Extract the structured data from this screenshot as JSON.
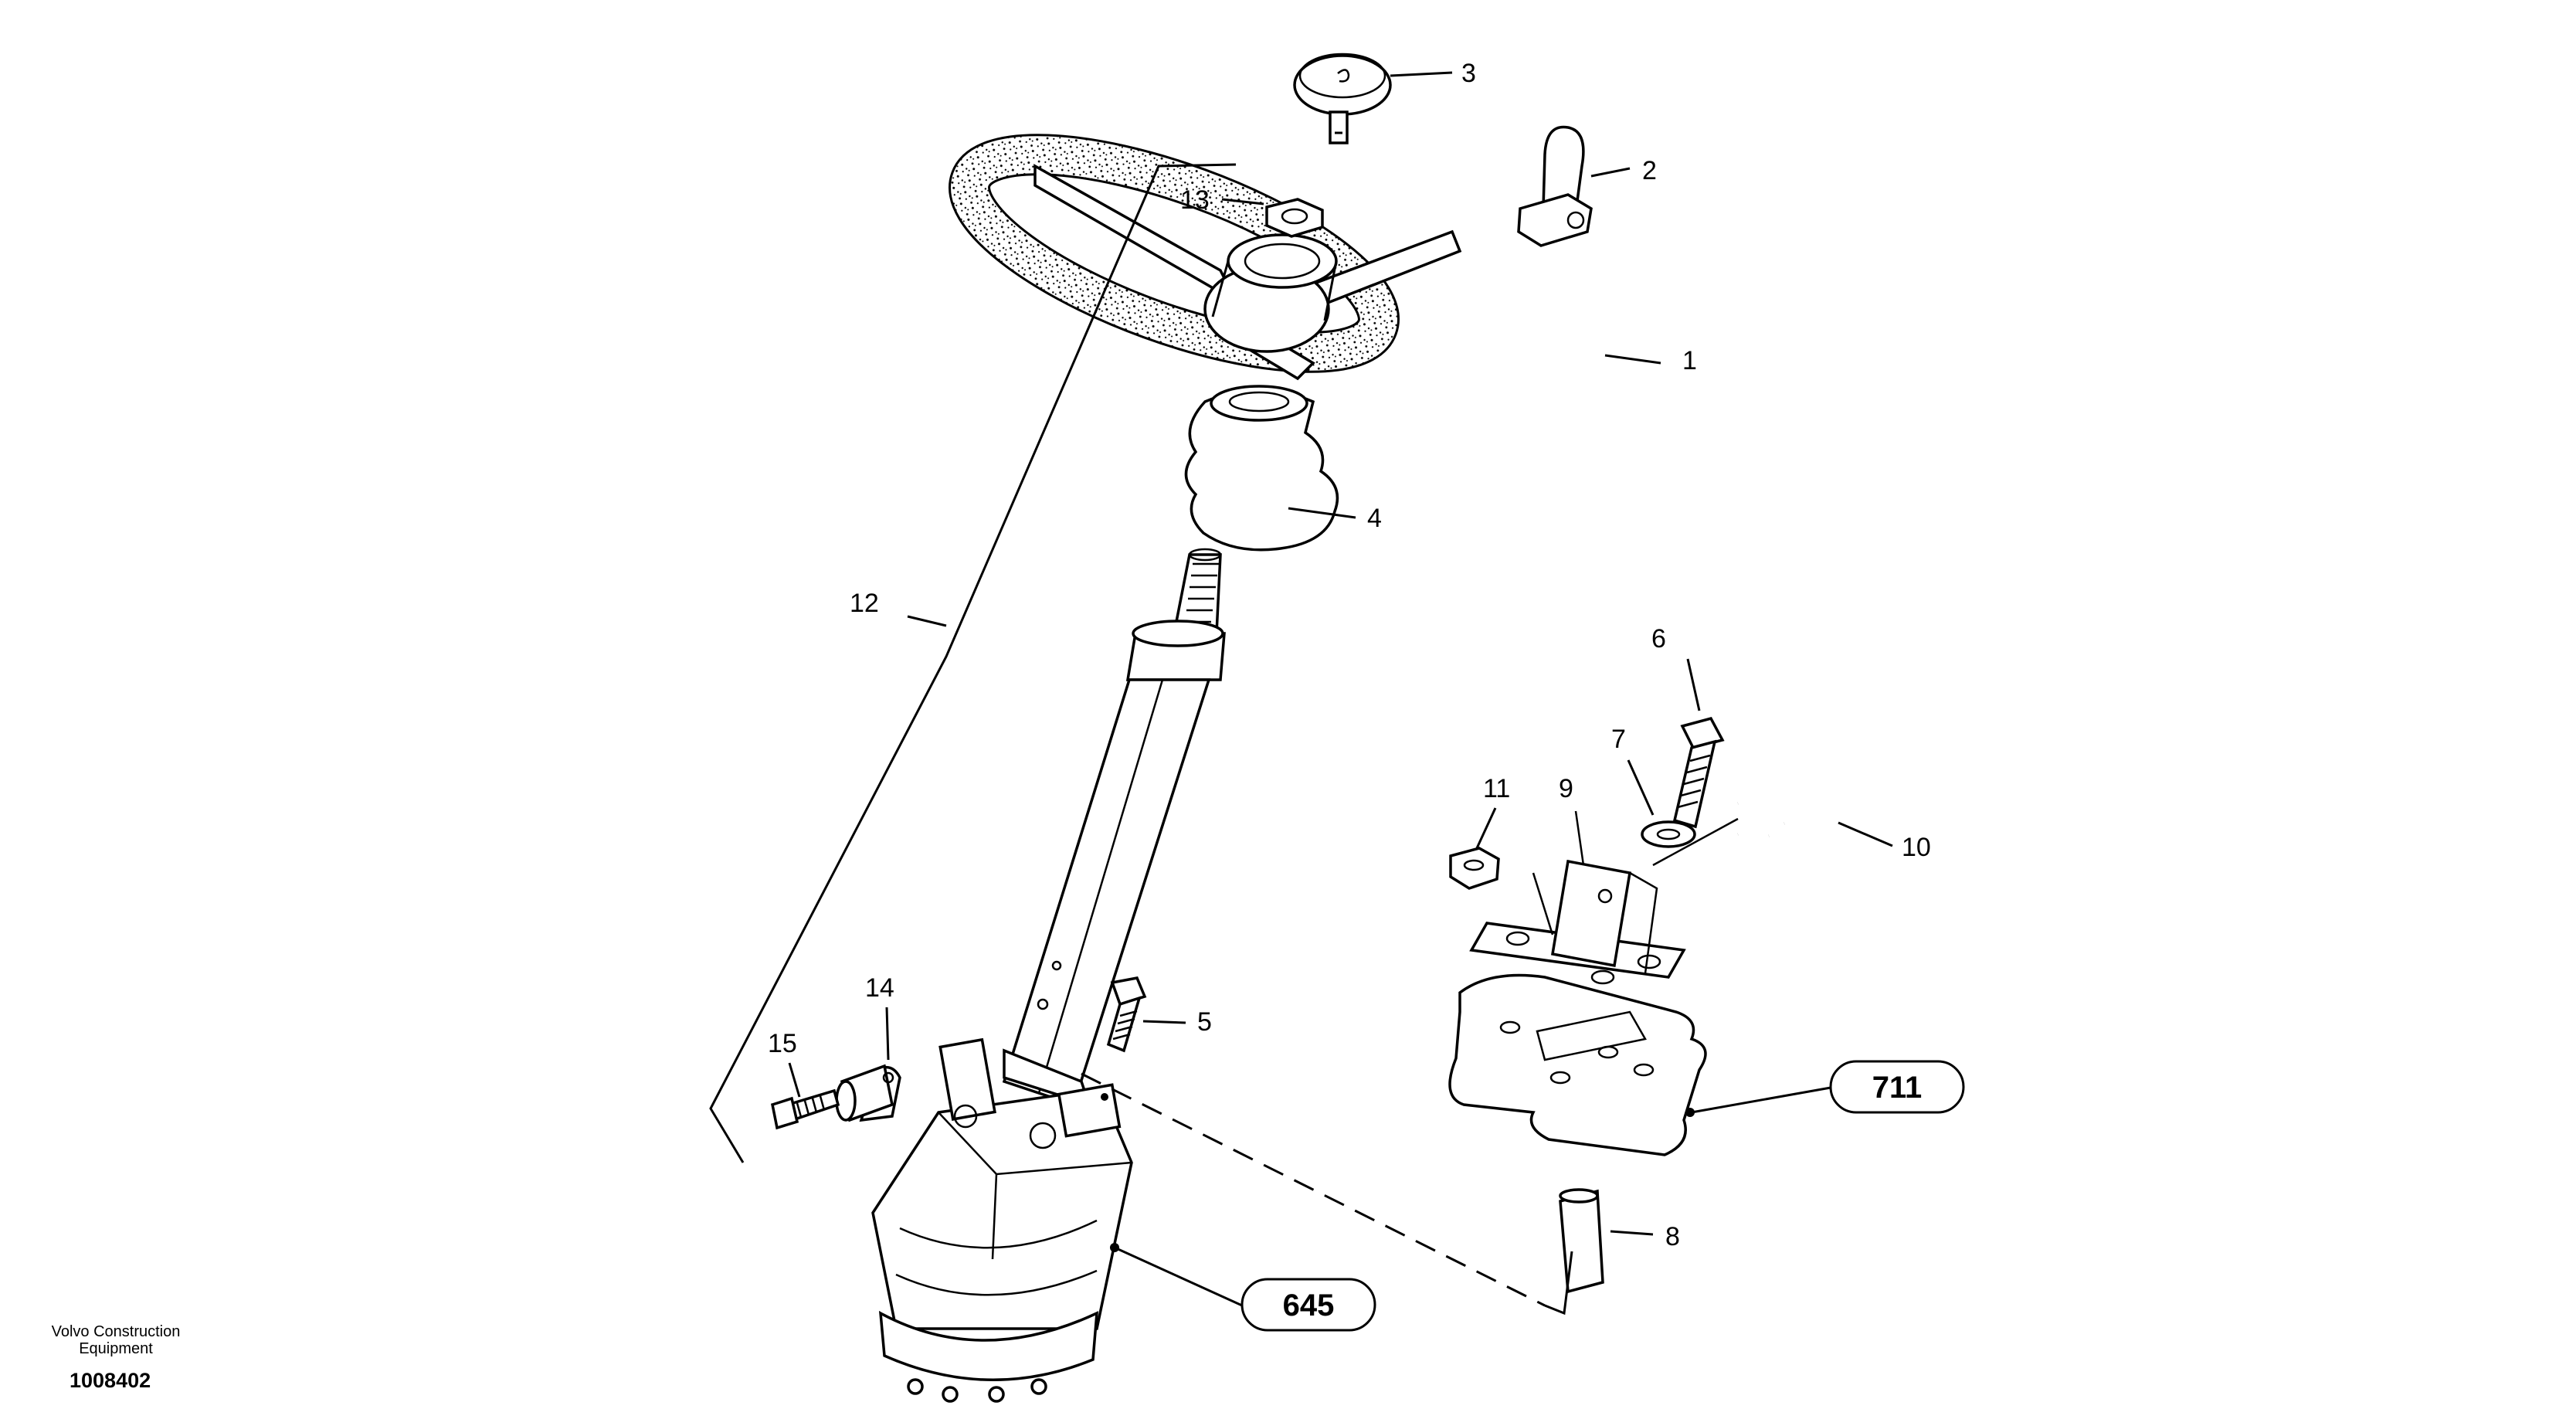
{
  "diagram": {
    "callouts": [
      "1",
      "2",
      "3",
      "4",
      "5",
      "6",
      "7",
      "8",
      "9",
      "10",
      "11",
      "12",
      "13",
      "14",
      "15"
    ],
    "references": [
      "711",
      "645"
    ]
  },
  "footer": {
    "company_line1": "Volvo Construction",
    "company_line2": "Equipment",
    "drawing_id": "1008402"
  }
}
